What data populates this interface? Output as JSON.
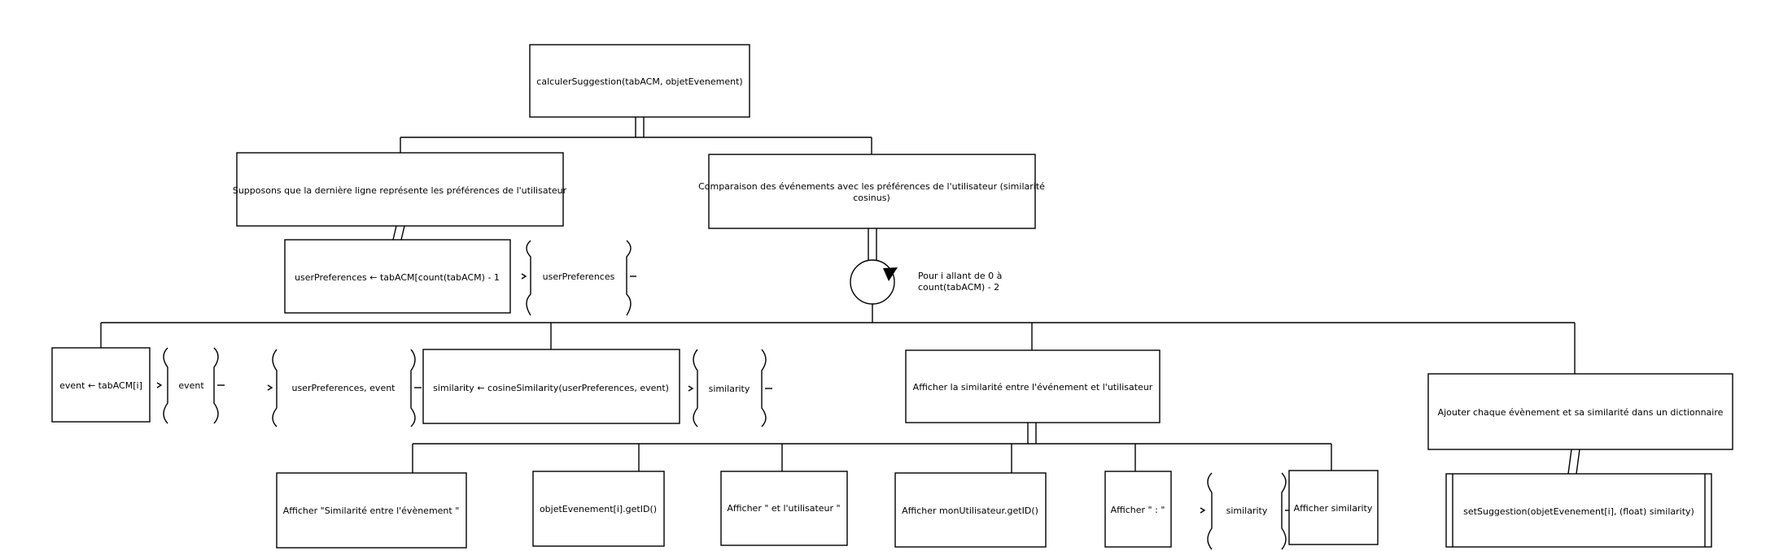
{
  "diagram": {
    "root": "calculerSuggestion(tabACM, objetEvenement)",
    "assume_pref": "Supposons que la dernière ligne représente les préférences de l'utilisateur",
    "compare": {
      "line1": "Comparaison des événements avec les préférences de l'utilisateur (similarité",
      "line2": "cosinus)"
    },
    "user_pref_assign": "userPreferences ← tabACM[count(tabACM) - 1",
    "flow_user_pref": "userPreferences",
    "loop": {
      "line1": "Pour i allant de 0 à",
      "line2": "count(tabACM) - 2"
    },
    "event_assign": "event ← tabACM[i]",
    "flow_event": "event",
    "flow_in_params": "userPreferences, event",
    "similarity_assign": "similarity ← cosineSimilarity(userPreferences, event)",
    "flow_similarity": "similarity",
    "display_similarity": "Afficher la similarité entre l'événement et l'utilisateur",
    "add_dict": "Ajouter chaque évènement et sa similarité dans un dictionnaire",
    "print_between": "Afficher \"Similarité entre l'évènement \"",
    "get_event_id": "objetEvenement[i].getID()",
    "print_and_user": "Afficher \" et l'utilisateur \"",
    "print_user_id": "Afficher monUtilisateur.getID()",
    "print_colon": "Afficher \" : \"",
    "flow_similarity_2": "similarity",
    "print_similarity": "Afficher similarity",
    "set_suggestion": "setSuggestion(objetEvenement[i], (float) similarity)"
  }
}
